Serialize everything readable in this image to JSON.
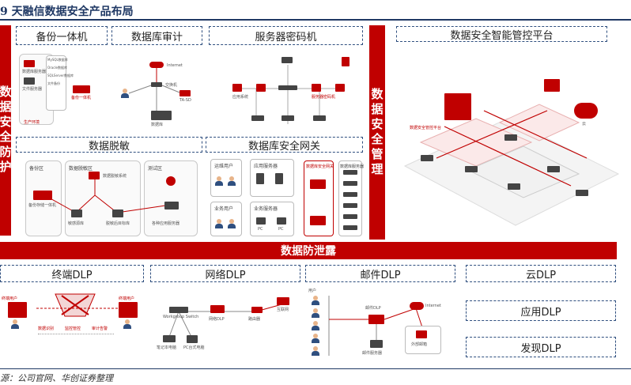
{
  "title": "9  天融信数据安全产品布局",
  "side_left": "数据安全防护",
  "side_mid": "数据安全管理",
  "top_labels": {
    "backup": "备份一体机",
    "db_audit": "数据库审计",
    "server_crypto": "服务器密码机",
    "mgmt_platform": "数据安全智能管控平台",
    "masking": "数据脱敏",
    "db_gateway": "数据库安全网关"
  },
  "dlp_bar": "数据防泄露",
  "dlp_labels": {
    "endpoint": "终端DLP",
    "network": "网络DLP",
    "mail": "邮件DLP",
    "cloud": "云DLP",
    "app": "应用DLP",
    "discover": "发现DLP"
  },
  "masking_zones": {
    "backup_zone": "备份区",
    "sensitive_zone": "数据脱敏区",
    "test_zone": "测试区"
  },
  "masking_items": {
    "backup_machine": "备份存储一体机",
    "masking_system": "数据脱敏系统",
    "source_db": "敏感源库",
    "target_db": "脱敏后目标库",
    "app_servers": "各种应用服务器"
  },
  "gateway_items": {
    "ops_user": "运维用户",
    "biz_user": "业务用户",
    "app_server": "应用服务器",
    "biz_server": "业务服务器",
    "pc": "PC",
    "db_gateway": "数据库安全网关",
    "db_server": "数据库服务器"
  },
  "backup_items": {
    "db_server": "数据库服务器",
    "file_server": "文件服务器",
    "prod_env": "生产环境",
    "backup_machine": "备份一体机",
    "mysql": "MySQL数据库",
    "oracle": "Oracle数据库",
    "sqlserver": "SQLServer数据库",
    "file_backup": "文件备份"
  },
  "audit_items": {
    "internet": "Internet",
    "switch": "交换机",
    "audit": "TA-SD",
    "db": "数据库"
  },
  "crypto_items": {
    "app": "应用系统",
    "crypto": "服务器密码机"
  },
  "mgmt_items": {
    "platform": "数据安全管控平台",
    "cloud": "云"
  },
  "endpoint_items": {
    "left_user": "终端用户",
    "right_user": "终端用户",
    "policy": "数据识别",
    "monitor": "监控管控",
    "alert": "审计告警"
  },
  "network_items": {
    "switch": "Workgroup Switch",
    "dlp": "网络DLP",
    "gateway": "路由器",
    "firewall": "互联网",
    "laptop": "笔记本电脑",
    "pc": "PC台式电脑"
  },
  "mail_items": {
    "users": "用户",
    "mail_server": "邮件服务器",
    "dlp": "邮件DLP",
    "internet": "Internet",
    "ext": "外部邮箱"
  },
  "source": "源：公司官网、华创证券整理",
  "colors": {
    "red": "#c00000",
    "navy": "#1f3864",
    "dash": "#2f4f7f"
  }
}
